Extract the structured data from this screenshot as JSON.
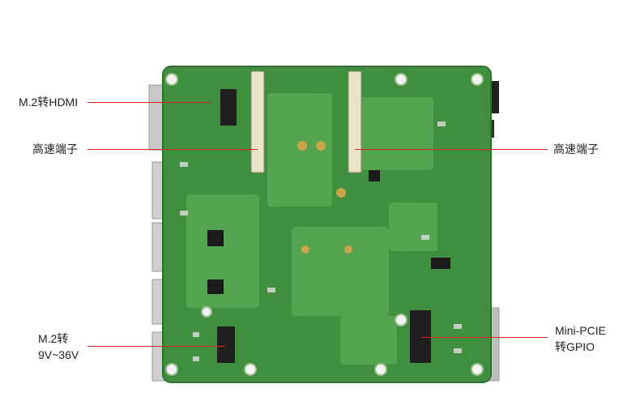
{
  "callouts": {
    "m2_hdmi": "M.2转HDMI",
    "high_speed_left": "高速端子",
    "high_speed_right": "高速端子",
    "m2_power_line1": "M.2转",
    "m2_power_line2": "9V~36V",
    "mini_pcie_line1": "Mini-PCIE",
    "mini_pcie_line2": "转GPIO"
  },
  "colors": {
    "board": "#3f8f3e",
    "board_dark": "#2f6f30",
    "trace": "#5aa955",
    "connector": "#e9e4c8",
    "callout_line": "#dd2222"
  }
}
